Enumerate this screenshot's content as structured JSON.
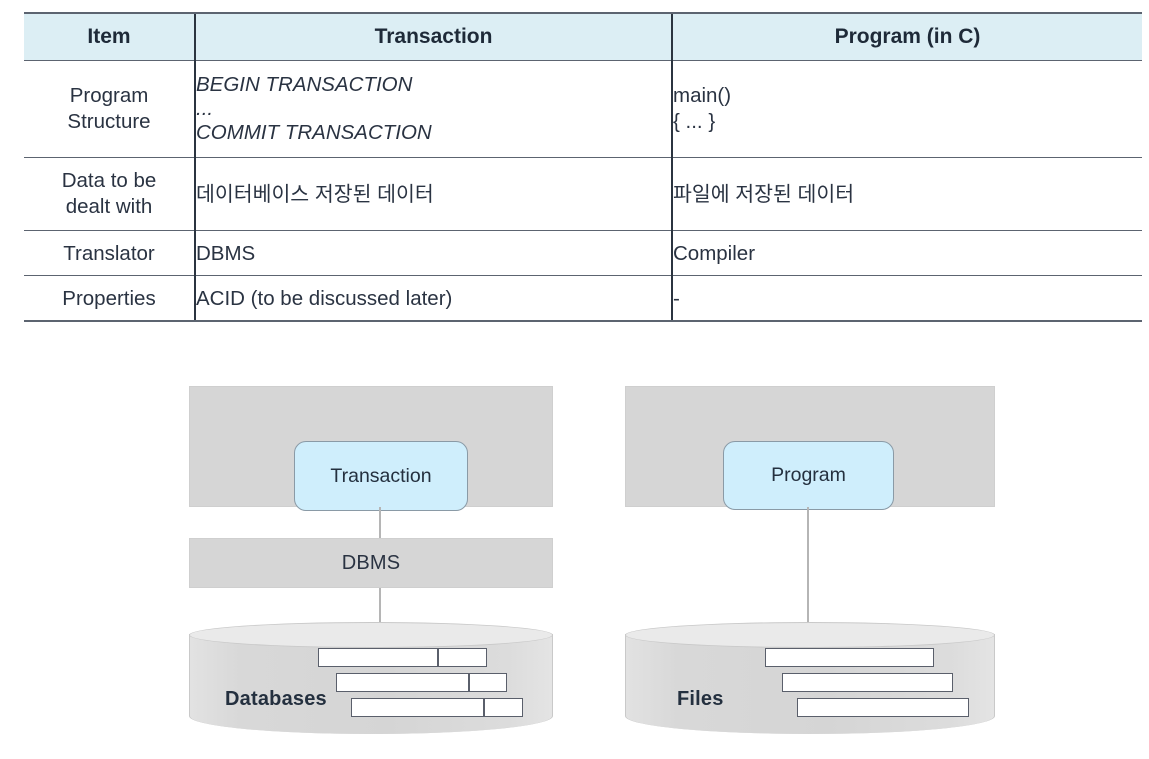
{
  "table": {
    "headers": [
      "Item",
      "Transaction",
      "Program (in C)"
    ],
    "rows": [
      {
        "item": "Program\nStructure",
        "transaction": "BEGIN TRANSACTION\n...\nCOMMIT TRANSACTION",
        "program": "main()\n{ ... }"
      },
      {
        "item": "Data to be\ndealt with",
        "transaction": "데이터베이스 저장된 데이터",
        "program": "파일에 저장된 데이터"
      },
      {
        "item": "Translator",
        "transaction": "DBMS",
        "program": "Compiler"
      },
      {
        "item": "Properties",
        "transaction": "ACID (to be discussed later)",
        "program": "-"
      }
    ]
  },
  "diagram": {
    "left": {
      "top_box_label": "Transaction",
      "middle_layer_label": "DBMS",
      "store_label": "Databases"
    },
    "right": {
      "top_box_label": "Program",
      "store_label": "Files"
    }
  },
  "colors": {
    "header_background": "#dceef4",
    "panel_gray": "#d6d6d6",
    "box_blue": "#cfeefc",
    "text": "#24303f",
    "border": "#5c6470"
  }
}
